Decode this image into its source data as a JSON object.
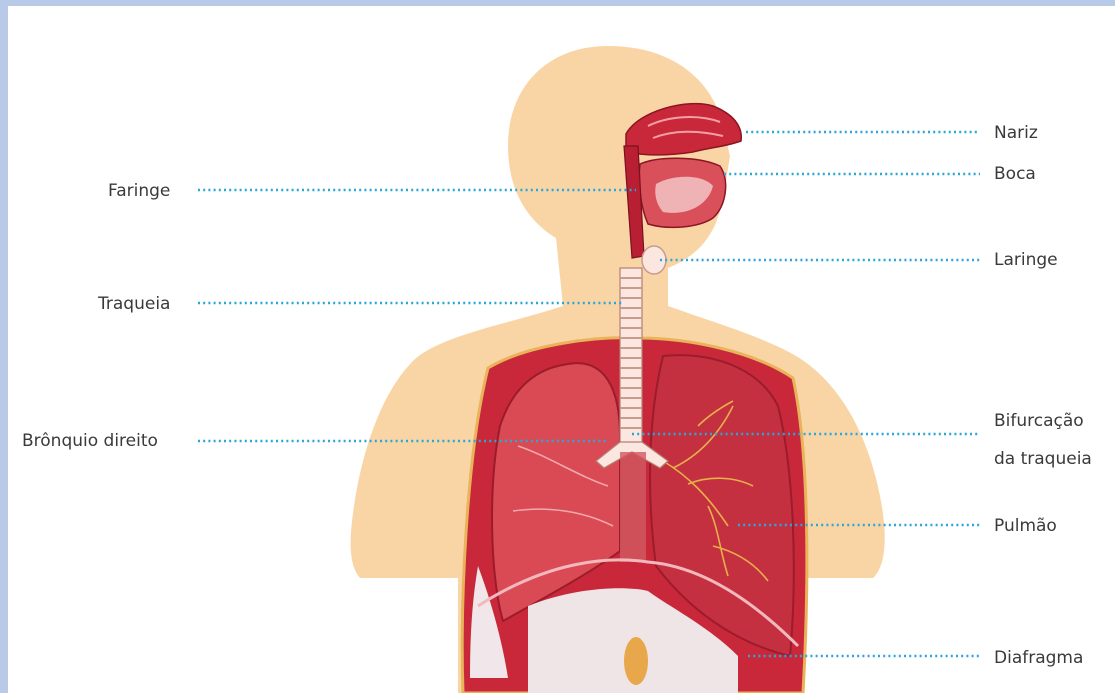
{
  "labels": {
    "nariz": "Nariz",
    "boca": "Boca",
    "faringe": "Faringe",
    "laringe": "Laringe",
    "traqueia": "Traqueia",
    "bronquio": "Brônquio direito",
    "bifurcacao_1": "Bifurcação",
    "bifurcacao_2": "da traqueia",
    "pulmao": "Pulmão",
    "diafragma": "Diafragma"
  },
  "colors": {
    "skin": "#f9d5a6",
    "tissue": "#c8283a",
    "lung": "#d94a55",
    "leader": "#2aa7d8"
  }
}
